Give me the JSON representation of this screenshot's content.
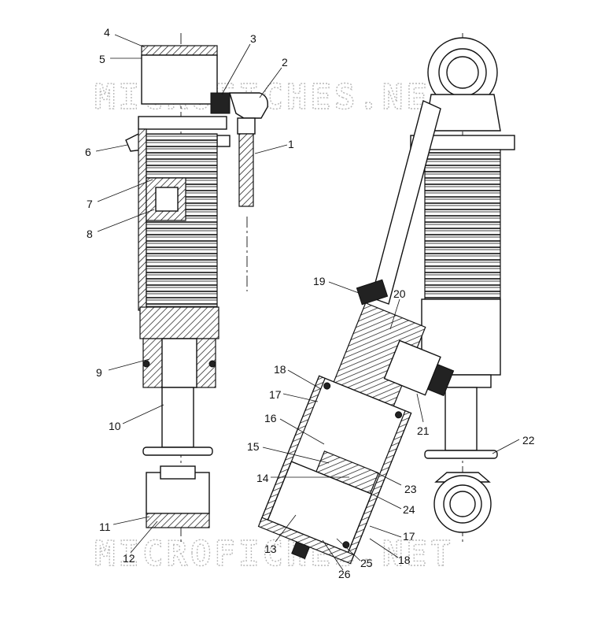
{
  "watermark": {
    "text": "MICROFICHES.NET"
  },
  "callouts": [
    {
      "label": "1"
    },
    {
      "label": "2"
    },
    {
      "label": "3"
    },
    {
      "label": "4"
    },
    {
      "label": "5"
    },
    {
      "label": "6"
    },
    {
      "label": "7"
    },
    {
      "label": "8"
    },
    {
      "label": "9"
    },
    {
      "label": "10"
    },
    {
      "label": "11"
    },
    {
      "label": "12"
    },
    {
      "label": "13"
    },
    {
      "label": "14"
    },
    {
      "label": "15"
    },
    {
      "label": "16"
    },
    {
      "label": "17"
    },
    {
      "label": "18"
    },
    {
      "label": "19"
    },
    {
      "label": "20"
    },
    {
      "label": "21"
    },
    {
      "label": "22"
    },
    {
      "label": "23"
    },
    {
      "label": "24"
    },
    {
      "label": "17"
    },
    {
      "label": "18"
    },
    {
      "label": "25"
    },
    {
      "label": "26"
    }
  ]
}
